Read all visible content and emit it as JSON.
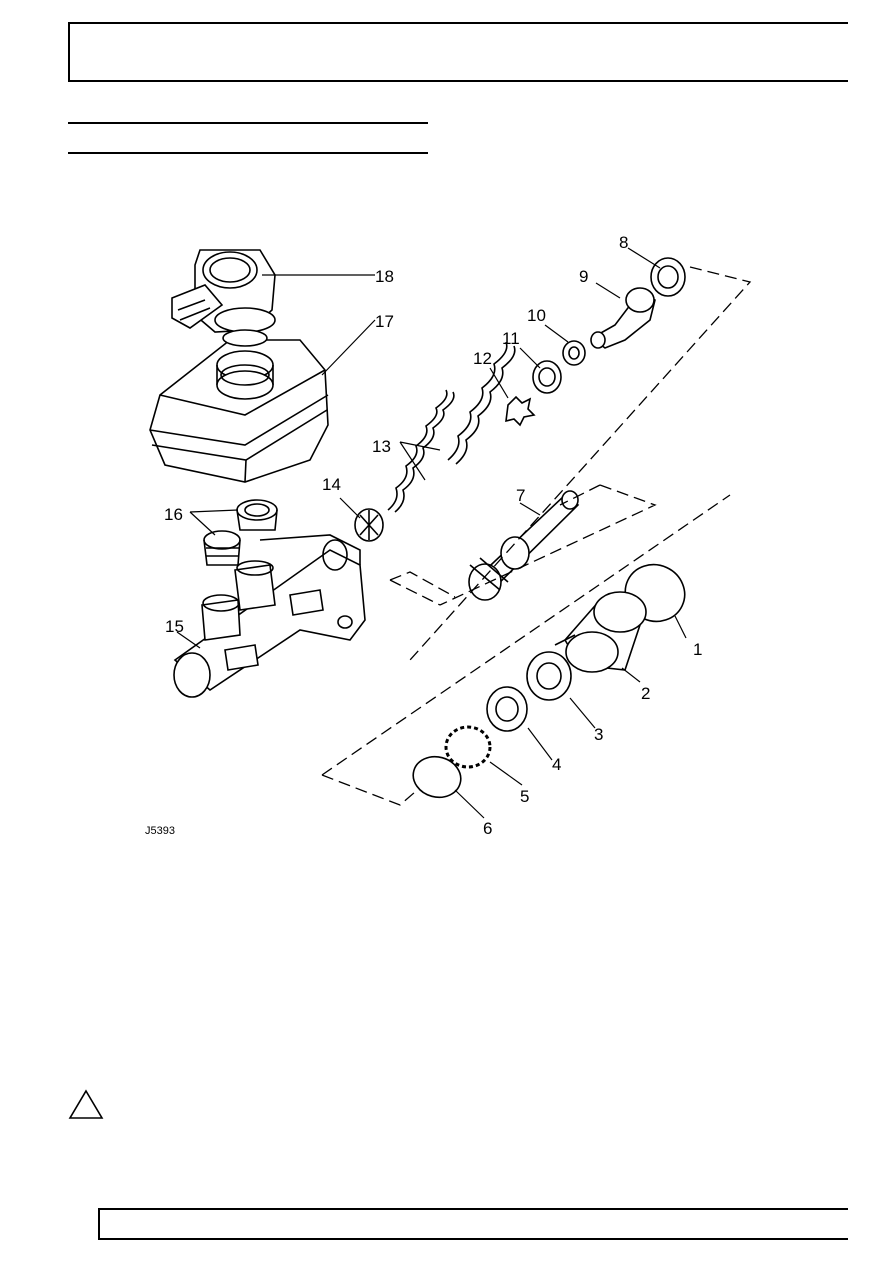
{
  "figure": {
    "ref": "J5393",
    "callouts": [
      "1",
      "2",
      "3",
      "4",
      "5",
      "6",
      "7",
      "8",
      "9",
      "10",
      "11",
      "12",
      "13",
      "14",
      "15",
      "16",
      "17",
      "18"
    ]
  },
  "icons": {
    "warning": "warning-triangle-icon"
  }
}
